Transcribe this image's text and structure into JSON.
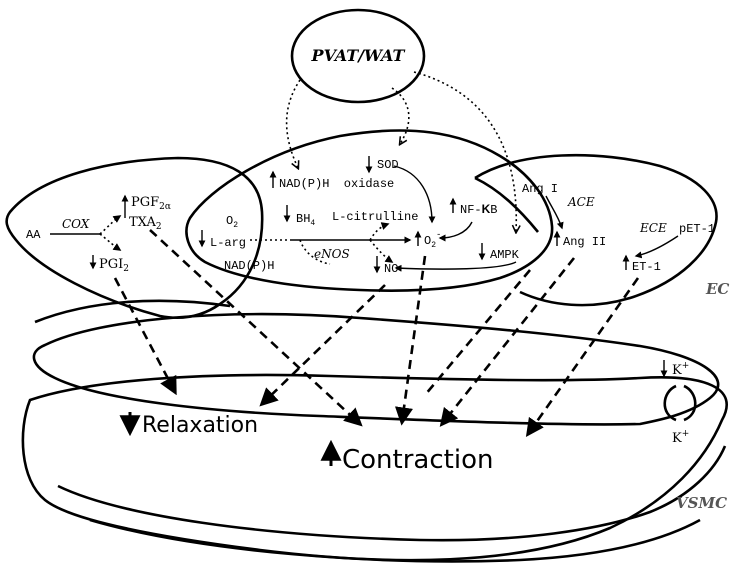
{
  "source": "PVAT/WAT",
  "labels": {
    "ec": "EC",
    "vsmc": "VSMC",
    "relaxation": "Relaxation",
    "contraction": "Contraction"
  },
  "left_cell": {
    "aa": "AA",
    "cox": "COX",
    "pgf_base": "PGF",
    "pgf_sub": "2α",
    "txa_base": "TXA",
    "txa_sub": "2",
    "pgi_base": "PGI",
    "pgi_sub": "2"
  },
  "center_cell": {
    "sod": "SOD",
    "nadph_oxidase": "NAD(P)H  oxidase",
    "o2_base": "O",
    "o2_sub": "2",
    "bh4_base": "BH",
    "bh4_sub": "4",
    "l_citrulline": "L-citrulline",
    "nf_kb": "NF-",
    "kb_k": "K",
    "kb_b": "B",
    "l_arg": "L-arg",
    "enos": "eNOS",
    "nadph": "NAD(P)H",
    "superoxide_base": "O",
    "superoxide_sub": "2",
    "superoxide_sup": "-",
    "ampk": "AMPK",
    "no": "NO"
  },
  "right_cell": {
    "ang1": "Ang I",
    "ace": "ACE",
    "ang2": "Ang II",
    "ece": "ECE",
    "pet1": "pET-1",
    "et1": "ET-1",
    "k_top": "K",
    "k_bottom": "K",
    "k_charge": "+"
  }
}
